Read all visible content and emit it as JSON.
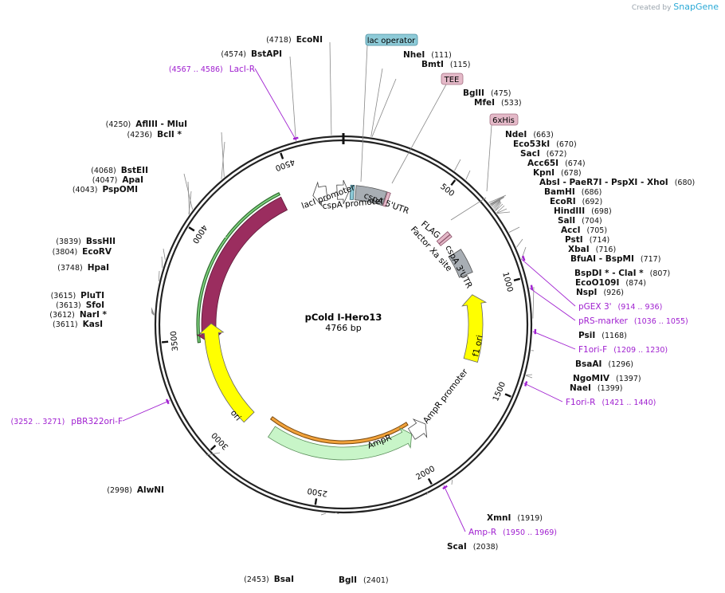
{
  "brand": {
    "created_by": "Created by",
    "name": "SnapGene"
  },
  "plasmid": {
    "name": "pCold I-Hero13",
    "size_label": "4766 bp",
    "length": 4766,
    "tick_labels": [
      "500",
      "1000",
      "1500",
      "2000",
      "2500",
      "3000",
      "3500",
      "4000",
      "4500"
    ]
  },
  "colors": {
    "backbone": "#222222",
    "site_label": "#111111",
    "primer": "#a020d0",
    "lacI": "#9b2d5f",
    "ori": "#ffff00",
    "ampR": "#c8f5c8",
    "promoter": "#ffffff",
    "spa": "#a8aeb4",
    "tee": "#e4b9c8",
    "lac_operator": "#8ecbd8",
    "highlight_green": "#7fd37f",
    "highlight_orange": "#f2a23a"
  },
  "left_sites": [
    {
      "pos": "(4718)",
      "name": "EcoNI"
    },
    {
      "pos": "(4574)",
      "name": "BstAPI"
    },
    {
      "pos": "(4250)",
      "name": "AflIII  - MluI"
    },
    {
      "pos": "(4236)",
      "name": "BclI *"
    },
    {
      "pos": "(4068)",
      "name": "BstEII"
    },
    {
      "pos": "(4047)",
      "name": "ApaI"
    },
    {
      "pos": "(4043)",
      "name": "PspOMI"
    },
    {
      "pos": "(3839)",
      "name": "BssHII"
    },
    {
      "pos": "(3804)",
      "name": "EcoRV"
    },
    {
      "pos": "(3748)",
      "name": "HpaI"
    },
    {
      "pos": "(3615)",
      "name": "PluTI"
    },
    {
      "pos": "(3613)",
      "name": "SfoI"
    },
    {
      "pos": "(3612)",
      "name": "NarI *"
    },
    {
      "pos": "(3611)",
      "name": "KasI"
    },
    {
      "pos": "(2998)",
      "name": "AlwNI"
    },
    {
      "pos": "(2453)",
      "name": "BsaI"
    }
  ],
  "right_sites": [
    {
      "name": "NheI",
      "pos": "(111)"
    },
    {
      "name": "BmtI",
      "pos": "(115)"
    },
    {
      "name": "BglII",
      "pos": "(475)"
    },
    {
      "name": "MfeI",
      "pos": "(533)"
    },
    {
      "name": "NdeI",
      "pos": "(663)"
    },
    {
      "name": "Eco53kI",
      "pos": "(670)"
    },
    {
      "name": "SacI",
      "pos": "(672)"
    },
    {
      "name": "Acc65I",
      "pos": "(674)"
    },
    {
      "name": "KpnI",
      "pos": "(678)"
    },
    {
      "name": "AbsI  - PaeR7I  - PspXI  - XhoI",
      "pos": "(680)"
    },
    {
      "name": "BamHI",
      "pos": "(686)"
    },
    {
      "name": "EcoRI",
      "pos": "(692)"
    },
    {
      "name": "HindIII",
      "pos": "(698)"
    },
    {
      "name": "SalI",
      "pos": "(704)"
    },
    {
      "name": "AccI",
      "pos": "(705)"
    },
    {
      "name": "PstI",
      "pos": "(714)"
    },
    {
      "name": "XbaI",
      "pos": "(716)"
    },
    {
      "name": "BfuAI  - BspMI",
      "pos": "(717)"
    },
    {
      "name": "BspDI *  - ClaI *",
      "pos": "(807)"
    },
    {
      "name": "EcoO109I",
      "pos": "(874)"
    },
    {
      "name": "NspI",
      "pos": "(926)"
    },
    {
      "name": "PsiI",
      "pos": "(1168)"
    },
    {
      "name": "BsaAI",
      "pos": "(1296)"
    },
    {
      "name": "NgoMIV",
      "pos": "(1397)"
    },
    {
      "name": "NaeI",
      "pos": "(1399)"
    },
    {
      "name": "XmnI",
      "pos": "(1919)"
    },
    {
      "name": "ScaI",
      "pos": "(2038)"
    },
    {
      "name": "BglI",
      "pos": "(2401)"
    }
  ],
  "primers": [
    {
      "name": "LacI-R",
      "range": "(4567 .. 4586)"
    },
    {
      "name": "pGEX 3'",
      "range": "(914 .. 936)"
    },
    {
      "name": "pRS-marker",
      "range": "(1036 .. 1055)"
    },
    {
      "name": "F1ori-F",
      "range": "(1209 .. 1230)"
    },
    {
      "name": "F1ori-R",
      "range": "(1421 .. 1440)"
    },
    {
      "name": "Amp-R",
      "range": "(1950 .. 1969)"
    },
    {
      "name": "pBR322ori-F",
      "range": "(3252 .. 3271)"
    }
  ],
  "boxed_labels": {
    "lac_operator": "lac operator",
    "tee": "TEE",
    "his": "6xHis"
  },
  "features": {
    "lacI": "lacI",
    "lacI_promoter": "lacI promoter",
    "cspA_promoter": "cspA promoter",
    "cspA_5utr": "cspA 5'UTR",
    "flag": "FLAG",
    "factor_xa": "Factor Xa site",
    "cspA_3utr": "cspA 3'UTR",
    "f1_ori": "f1 ori",
    "ampR_promoter": "AmpR promoter",
    "ampR": "AmpR",
    "ori": "ori"
  }
}
